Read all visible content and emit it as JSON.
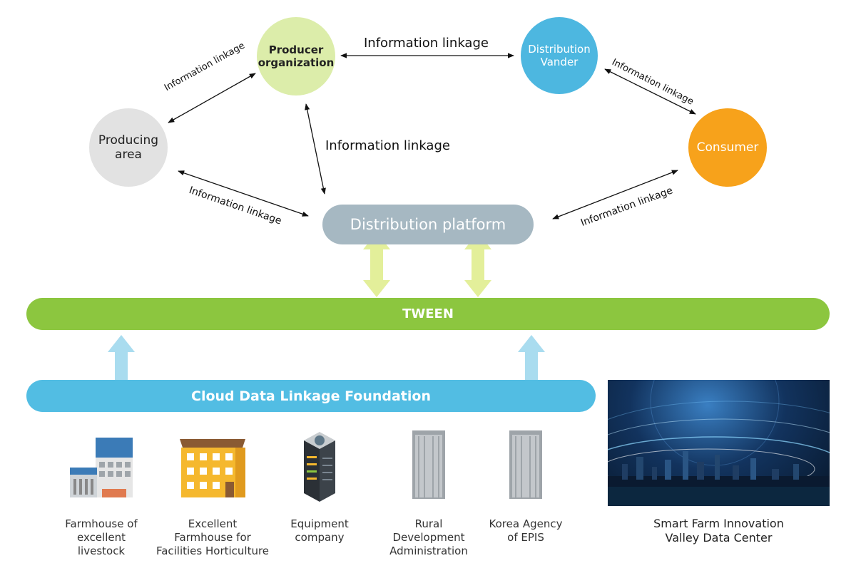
{
  "nodes": {
    "producer": {
      "label": "Producer\norganization",
      "color": "#dcedaa"
    },
    "distribution_vander": {
      "label": "Distribution\nVander",
      "color": "#4db7e0"
    },
    "producing_area": {
      "label": "Producing\narea",
      "color": "#e2e2e2"
    },
    "consumer": {
      "label": "Consumer",
      "color": "#f7a21b"
    }
  },
  "links": {
    "producer_to_vander": "Information linkage",
    "area_to_producer": "Information linkage",
    "producer_to_platform": "Information linkage",
    "vander_to_consumer": "Information linkage",
    "area_to_platform": "Information linkage",
    "consumer_to_platform": "Information linkage"
  },
  "platform": {
    "label": "Distribution platform",
    "color": "#a6b8c2"
  },
  "tween": {
    "label": "TWEEN",
    "color": "#8cc63f"
  },
  "cloud": {
    "label": "Cloud Data Linkage Foundation",
    "color": "#52bde3"
  },
  "arrow_colors": {
    "green": "#e3ef9a",
    "blue": "#a9dcef"
  },
  "entities": [
    {
      "label": "Farmhouse of\nexcellent\nlivestock",
      "icon": "farmhouse-building-icon"
    },
    {
      "label": "Excellent\nFarmhouse for\nFacilities Horticulture",
      "icon": "horticulture-building-icon"
    },
    {
      "label": "Equipment\ncompany",
      "icon": "server-rack-icon"
    },
    {
      "label": "Rural\nDevelopment\nAdministration",
      "icon": "office-tower-icon"
    },
    {
      "label": "Korea Agency\nof EPIS",
      "icon": "office-tower-icon"
    }
  ],
  "data_center": {
    "label": "Smart Farm Innovation\nValley Data Center"
  }
}
